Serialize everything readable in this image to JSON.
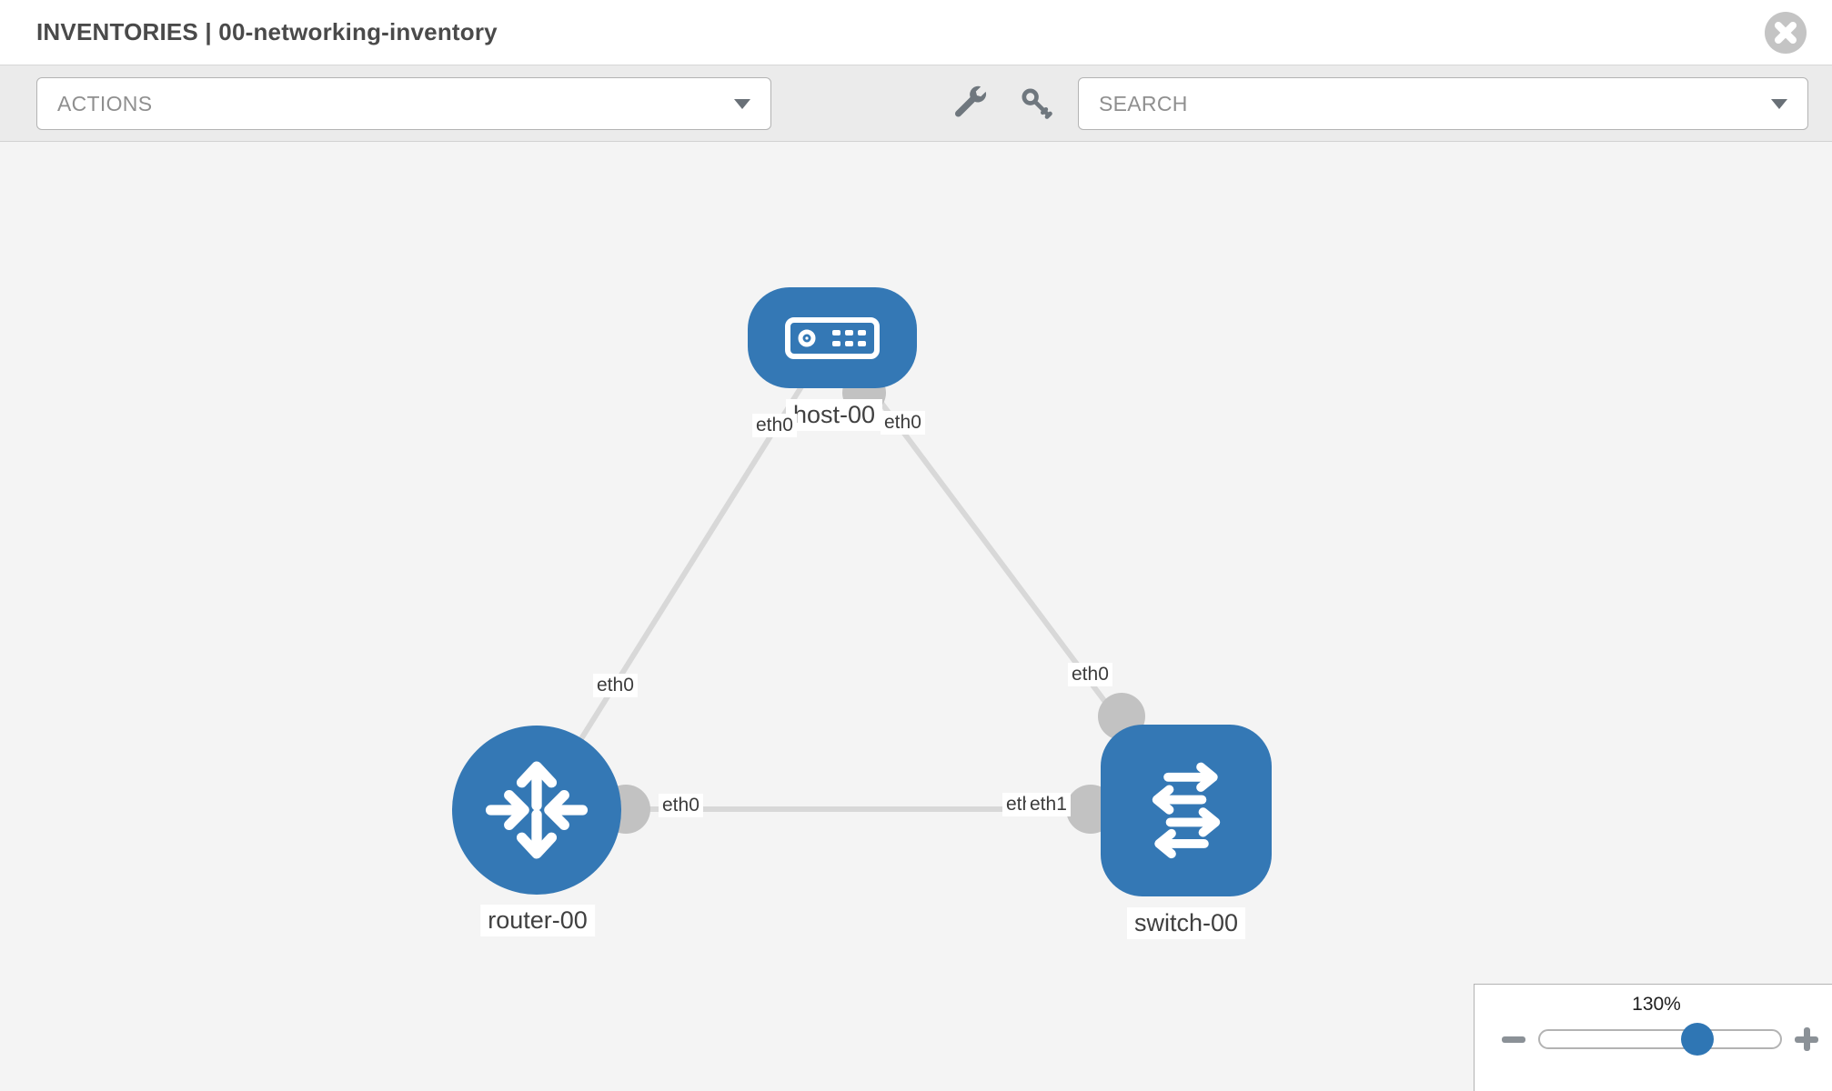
{
  "header": {
    "title": "INVENTORIES | 00-networking-inventory"
  },
  "toolbar": {
    "actions_placeholder": "ACTIONS",
    "search_placeholder": "SEARCH"
  },
  "icons": {
    "close": "close-icon",
    "wrench": "wrench-icon",
    "key": "key-icon",
    "zoom_out": "minus-icon",
    "zoom_in": "plus-icon"
  },
  "diagram": {
    "nodes": [
      {
        "id": "host-00",
        "type": "host",
        "label": "host-00"
      },
      {
        "id": "router-00",
        "type": "router",
        "label": "router-00"
      },
      {
        "id": "switch-00",
        "type": "switch",
        "label": "switch-00"
      }
    ],
    "links": [
      {
        "source": "host-00",
        "target": "router-00",
        "source_interface": "eth0",
        "target_interface": "eth0"
      },
      {
        "source": "host-00",
        "target": "switch-00",
        "source_interface": "eth0",
        "target_interface": "eth0"
      },
      {
        "source": "router-00",
        "target": "switch-00",
        "source_interface": "eth0",
        "target_interface": "eth1",
        "target_interface_overlapped": "eth1"
      }
    ]
  },
  "zoom": {
    "level": "130%"
  },
  "colors": {
    "node_fill": "#3478b5",
    "link": "#d8d8d8",
    "endpoint": "#c2c2c2",
    "slider_handle": "#2f76b4",
    "toolbar_bg": "#ebebeb",
    "canvas_bg": "#f4f4f4"
  }
}
